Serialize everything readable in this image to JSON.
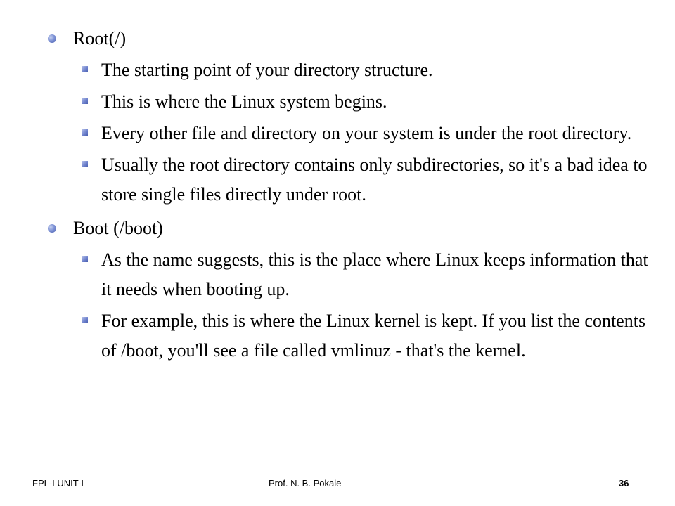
{
  "sections": [
    {
      "title": "Root(/)",
      "points": [
        "The starting point of your directory structure.",
        "This is where the Linux system begins.",
        "Every other file and directory on your system is under the root directory.",
        "Usually the  root directory contains only subdirectories, so it's a bad idea to store single  files directly under root."
      ]
    },
    {
      "title": "Boot (/boot)",
      "points": [
        "As the name suggests,  this is the place where Linux keeps information that it needs when booting up.",
        "For example,  this is where the Linux kernel is kept. If you list the contents of /boot, you'll see a file called vmlinuz - that's the kernel."
      ]
    }
  ],
  "footer": {
    "left": "FPL-I  UNIT-I",
    "center": "Prof. N. B. Pokale",
    "page_number": "36"
  }
}
